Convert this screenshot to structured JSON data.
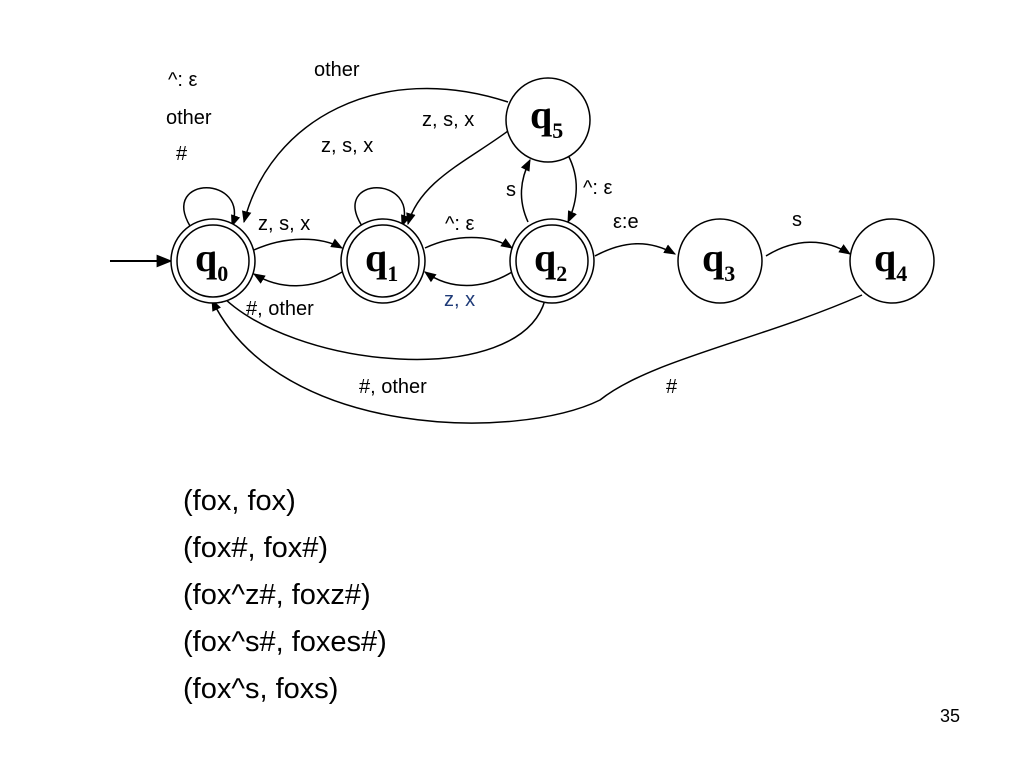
{
  "diagram": {
    "states": [
      {
        "id": "q0",
        "base": "q",
        "sub": "0",
        "accepting": true
      },
      {
        "id": "q1",
        "base": "q",
        "sub": "1",
        "accepting": true
      },
      {
        "id": "q2",
        "base": "q",
        "sub": "2",
        "accepting": true
      },
      {
        "id": "q3",
        "base": "q",
        "sub": "3",
        "accepting": false
      },
      {
        "id": "q4",
        "base": "q",
        "sub": "4",
        "accepting": false
      },
      {
        "id": "q5",
        "base": "q",
        "sub": "5",
        "accepting": false
      }
    ],
    "labels": {
      "q0_loop_1": "^: ε",
      "q0_loop_2": "other",
      "q0_loop_3": "#",
      "q5_to_q0": "other",
      "q5_to_q1": "z, s, x",
      "q1_loop": "z, s, x",
      "q0_to_q1": "z, s, x",
      "q1_to_q0": "#, other",
      "q1_to_q2": "^: ε",
      "q2_to_q1": "z, x",
      "q2_to_q5": "s",
      "q5_to_q2": "^: ε",
      "q2_to_q3": "ε:e",
      "q3_to_q4": "s",
      "q2_to_q0": "#, other",
      "q4_to_q0": "#"
    }
  },
  "examples": [
    "(fox, fox)",
    "(fox#, fox#)",
    "(fox^z#, foxz#)",
    "(fox^s#, foxes#)",
    "(fox^s, foxs)"
  ],
  "page_number": "35"
}
